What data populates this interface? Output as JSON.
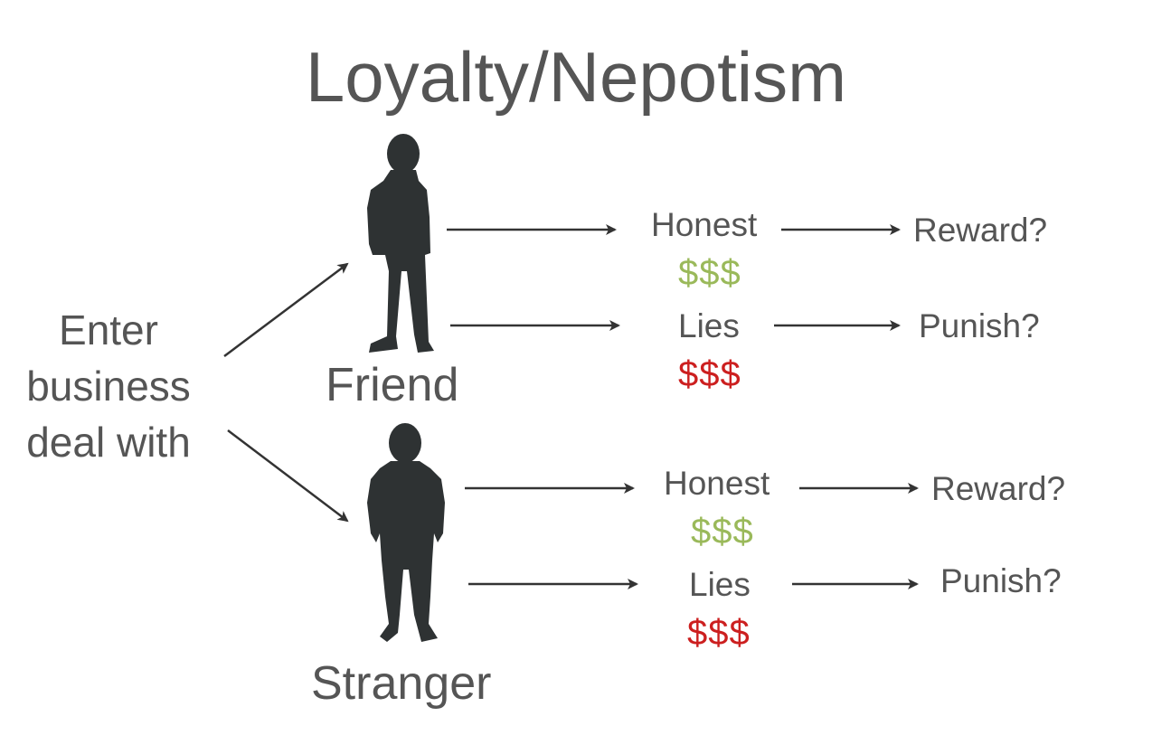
{
  "title": "Loyalty/Nepotism",
  "left_label": [
    "Enter",
    "business",
    "deal with"
  ],
  "friend": {
    "name": "Friend",
    "honest_label": "Honest",
    "honest_money": "$$$",
    "lies_label": "Lies",
    "lies_money": "$$$",
    "reward_label": "Reward?",
    "punish_label": "Punish?"
  },
  "stranger": {
    "name": "Stranger",
    "honest_label": "Honest",
    "honest_money": "$$$",
    "lies_label": "Lies",
    "lies_money": "$$$",
    "reward_label": "Reward?",
    "punish_label": "Punish?"
  },
  "colors": {
    "text": "#555555",
    "silhouette": "#2e3233",
    "arrow": "#333333",
    "money_gain": "#9ab95a",
    "money_loss": "#cc1f1f"
  },
  "icons": {
    "friend": "person-silhouette-icon",
    "stranger": "person-silhouette-icon"
  }
}
